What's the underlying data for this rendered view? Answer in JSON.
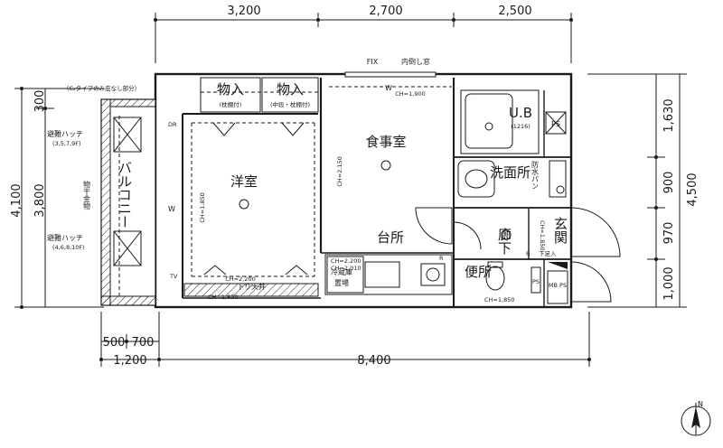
{
  "dimensions": {
    "top": [
      "3,200",
      "2,700",
      "2,500"
    ],
    "bottom_inner": [
      "500",
      "700"
    ],
    "bottom_outer": [
      "1,200",
      "8,400"
    ],
    "left": [
      "4,100",
      "3,800",
      "300"
    ],
    "right_inner": [
      "1,630",
      "900",
      "970",
      "1,000"
    ],
    "right_outer": "4,500"
  },
  "top_labels": {
    "fix": "FIX",
    "inner_window": "内倒し窓"
  },
  "balcony": {
    "note": "（C₂タイプのみ庇なし部分）",
    "label": "バルコニー",
    "laundry": "物干金物",
    "hatch_upper": "避難ハッチ",
    "hatch_upper_floors": "(3,5,7,9F)",
    "hatch_lower": "避難ハッチ",
    "hatch_lower_floors": "(4,6,8,10F)"
  },
  "storage": [
    {
      "label": "物入",
      "sub": "(枕棚付)"
    },
    {
      "label": "物入",
      "sub": "(中段・枕棚付)"
    }
  ],
  "rooms": {
    "western": "洋室",
    "dining": "食事室",
    "kitchen": "台所",
    "bath": "U.B",
    "bath_size": "(1216)",
    "washroom": "洗面所",
    "waterproof_pan": "防水パン",
    "corridor": "廊下",
    "entrance": "玄関",
    "toilet": "便所",
    "fridge": "冷蔵庫",
    "fridge_sub": "置場",
    "drop_ceiling": "下り天井",
    "shoe_box": "下足入",
    "ps1": "PS",
    "ps2": "PS",
    "mbps": "MB PS",
    "fridge_note": "冷"
  },
  "ceiling_heights": {
    "western_v": "CH=1,850",
    "western_h": "CH=2,200",
    "dining_v": "CH=2,150",
    "dining_h": "CH=1,900",
    "kitchen_a": "CH=2,200",
    "kitchen_b": "CH=2,010",
    "toilet": "CH=1,850",
    "entrance": "CH=1,850",
    "western_low": "CH=1,850"
  },
  "symbols": {
    "w": "W",
    "w2": "W",
    "r": "R",
    "r2": "R",
    "dr": "DR",
    "tv": "TV",
    "north": "N"
  }
}
